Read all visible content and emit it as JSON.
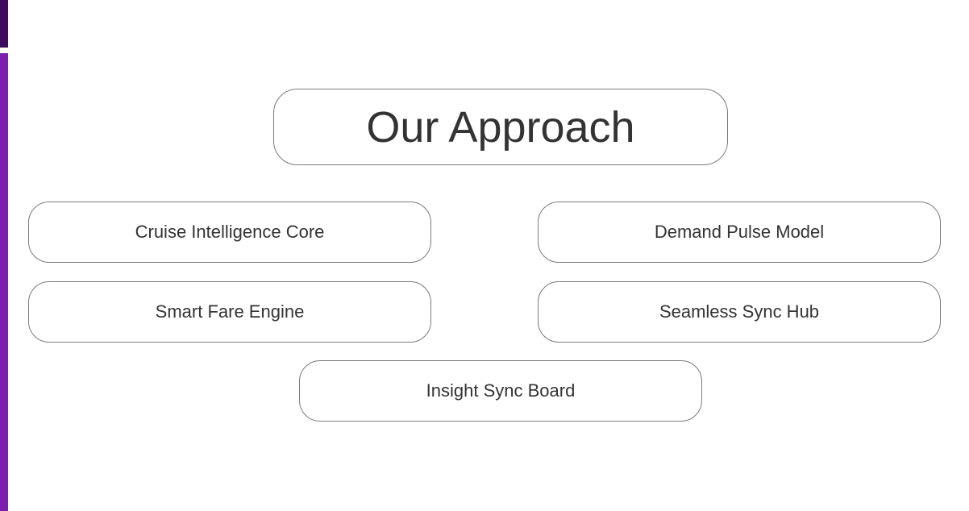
{
  "slide": {
    "title": "Our Approach",
    "items": [
      {
        "label": "Cruise Intelligence Core"
      },
      {
        "label": "Demand Pulse Model"
      },
      {
        "label": "Smart Fare Engine"
      },
      {
        "label": "Seamless Sync Hub"
      },
      {
        "label": "Insight Sync Board"
      }
    ]
  },
  "colors": {
    "accent_dark": "#3d0a5e",
    "accent_bright": "#7b1fae",
    "border": "#7a7a7a",
    "text": "#333333"
  }
}
